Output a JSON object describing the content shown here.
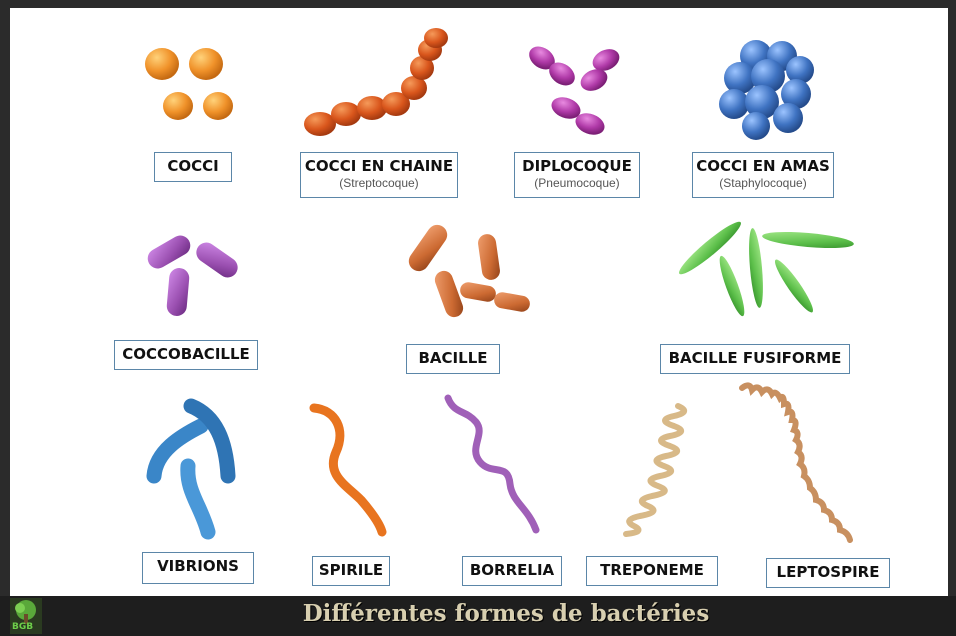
{
  "footer": {
    "title": "Différentes formes de bactéries",
    "logo_text": "BGB"
  },
  "labels": {
    "cocci": "COCCI",
    "cocci_chaine": "COCCI EN CHAINE",
    "cocci_chaine_sub": "(Streptocoque)",
    "diplocoque": "DIPLOCOQUE",
    "diplocoque_sub": "(Pneumocoque)",
    "cocci_amas": "COCCI EN AMAS",
    "cocci_amas_sub": "(Staphylocoque)",
    "coccobacille": "COCCOBACILLE",
    "bacille": "BACILLE",
    "bacille_fusiforme": "BACILLE FUSIFORME",
    "vibrions": "VIBRIONS",
    "spirile": "SPIRILE",
    "borrelia": "BORRELIA",
    "treponeme": "TREPONEME",
    "leptospire": "LEPTOSPIRE"
  },
  "colors": {
    "cocci": "#f0922a",
    "cocci_chaine": "#d9561c",
    "diplocoque": "#b03aa8",
    "cocci_amas": "#3f73c2",
    "coccobacille": "#9a4fb0",
    "bacille": "#cc6a32",
    "bacille_fusiforme": "#5cbf4a",
    "vibrions": "#3a86c8",
    "spirile": "#e8741f",
    "borrelia": "#a060b8",
    "treponeme": "#d8b988",
    "leptospire": "#c89060"
  }
}
